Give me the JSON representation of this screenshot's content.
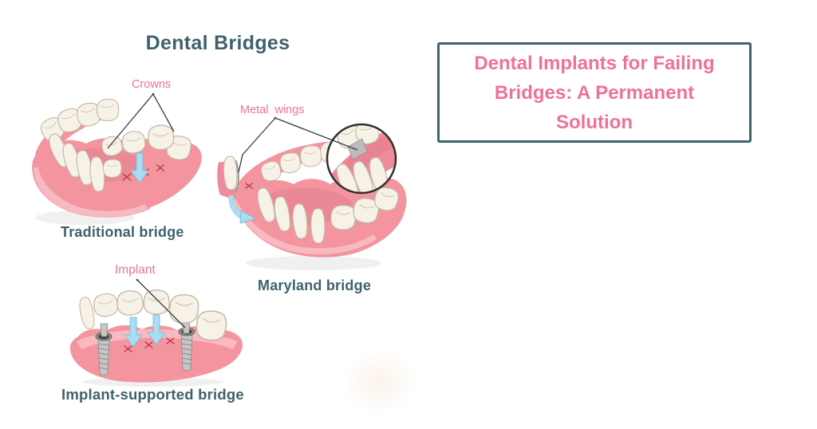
{
  "page": {
    "background": "#ffffff"
  },
  "diagram": {
    "title": "Dental Bridges",
    "annotations": {
      "crowns": "Crowns",
      "metal_wings": "Metal wings",
      "implant": "Implant"
    },
    "captions": {
      "traditional": "Traditional bridge",
      "maryland": "Maryland bridge",
      "implant_supported": "Implant-supported bridge"
    }
  },
  "callout": {
    "lines": [
      "Dental Implants for Failing",
      "Bridges: A Permanent",
      "Solution"
    ]
  },
  "colors": {
    "page_bg": "#ffffff",
    "heading": "#3e626c",
    "annotation_pink": "#ee7298",
    "callout_border": "#3e656e",
    "callout_text": "#ee7298",
    "gum": "#f3949f",
    "gum_dark": "#e47e8e",
    "gum_light": "#f8bcc4",
    "tooth": "#f7f2e8",
    "tooth_stroke": "#c6b8a6",
    "arrow_blue": "#a9ddf2",
    "arrow_stroke": "#7cc0dc",
    "metal": "#c6c6c6",
    "line": "#3a3a3a"
  }
}
